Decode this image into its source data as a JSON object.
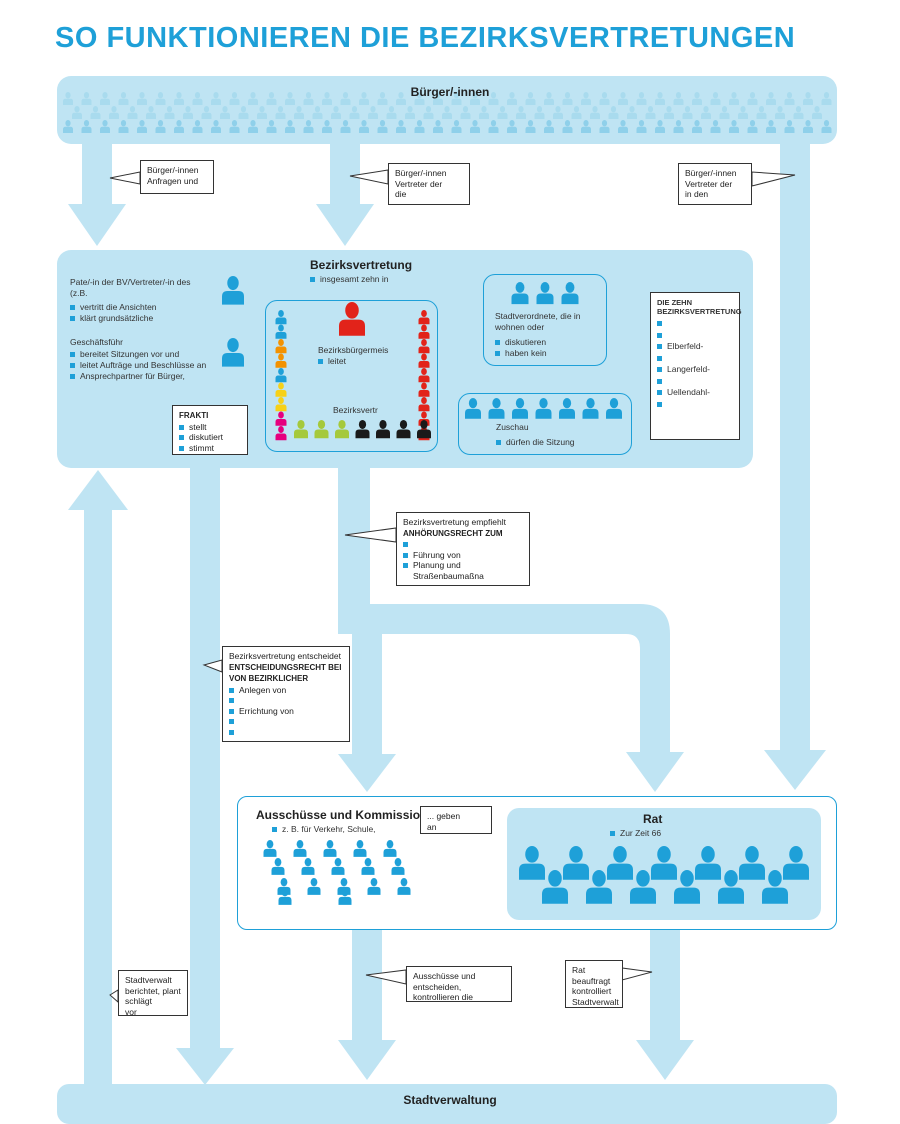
{
  "title": "SO FUNKTIONIEREN DIE BEZIRKSVERTRETUNGEN",
  "buerger_label": "Bürger/-innen",
  "stadtverwaltung_label": "Stadtverwaltung",
  "callout_top1": [
    "Bürger/-innen",
    "Anfragen und"
  ],
  "callout_top2": [
    "Bürger/-innen",
    "Vertreter der",
    "die"
  ],
  "callout_top3": [
    "Bürger/-innen",
    "Vertreter der",
    "in den"
  ],
  "bv": {
    "title": "Bezirksvertretung",
    "subtitle": "insgesamt zehn in",
    "pate_head": [
      "Pate/-in der BV/Vertreter/-in des",
      "(z.B."
    ],
    "pate_items": [
      "vertritt die Ansichten",
      "klärt grundsätzliche"
    ],
    "gf_head": "Geschäftsführ",
    "gf_items": [
      "bereitet Sitzungen vor und",
      "leitet Aufträge und Beschlüsse an",
      "Ansprechpartner für Bürger,"
    ],
    "buergermeister_label": "Bezirksbürgermeis",
    "buergermeister_item": "leitet",
    "vertreter_label": "Bezirksvertr",
    "fraktion_head": "FRAKTI",
    "fraktion_items": [
      "stellt",
      "diskutiert",
      "stimmt"
    ],
    "stadtverordnete_text": [
      "Stadtverordnete, die in",
      "wohnen oder"
    ],
    "stadtverordnete_items": [
      "diskutieren",
      "haben kein"
    ],
    "zuschau_label": "Zuschau",
    "zuschau_item": "dürfen die Sitzung",
    "zehn_head": [
      "DIE ZEHN",
      "BEZIRKSVERTRETUNG"
    ],
    "zehn_items": [
      "",
      "",
      "Elberfeld-",
      "",
      "Langerfeld-",
      "",
      "Uellendahl-",
      ""
    ]
  },
  "callout_anhoerung": {
    "line1": "Bezirksvertretung empfiehlt",
    "head": "ANHÖRUNGSRECHT ZUM",
    "items": [
      "",
      "Führung von",
      "Planung und Straßenbaumaßna"
    ]
  },
  "callout_entscheidung": {
    "line1": "Bezirksvertretung entscheidet",
    "head": [
      "ENTSCHEIDUNGSRECHT BEI",
      "VON BEZIRKLICHER"
    ],
    "items": [
      "Anlegen von",
      "",
      "Errichtung von",
      "",
      ""
    ]
  },
  "ausschuesse": {
    "title": "Ausschüsse und Kommissionen",
    "item": "z. B. für Verkehr, Schule,"
  },
  "geben_an": [
    "... geben",
    "an"
  ],
  "rat": {
    "title": "Rat",
    "item": "Zur Zeit 66"
  },
  "callout_stadtverwalt": [
    "Stadtverwalt",
    "berichtet, plant",
    "schlägt",
    "vor"
  ],
  "callout_ausschuesse": [
    "Ausschüsse und",
    "entscheiden,",
    "kontrollieren die"
  ],
  "callout_rat": [
    "Rat",
    "beauftragt",
    "kontrolliert",
    "Stadtverwalt"
  ],
  "colors": {
    "accent": "#1ea0d8",
    "band": "#bfe4f3",
    "red": "#e2231a",
    "orange": "#f39200",
    "yellow": "#f7d117",
    "magenta": "#e6007e",
    "green": "#a5c93b",
    "black": "#1a1a1a"
  }
}
